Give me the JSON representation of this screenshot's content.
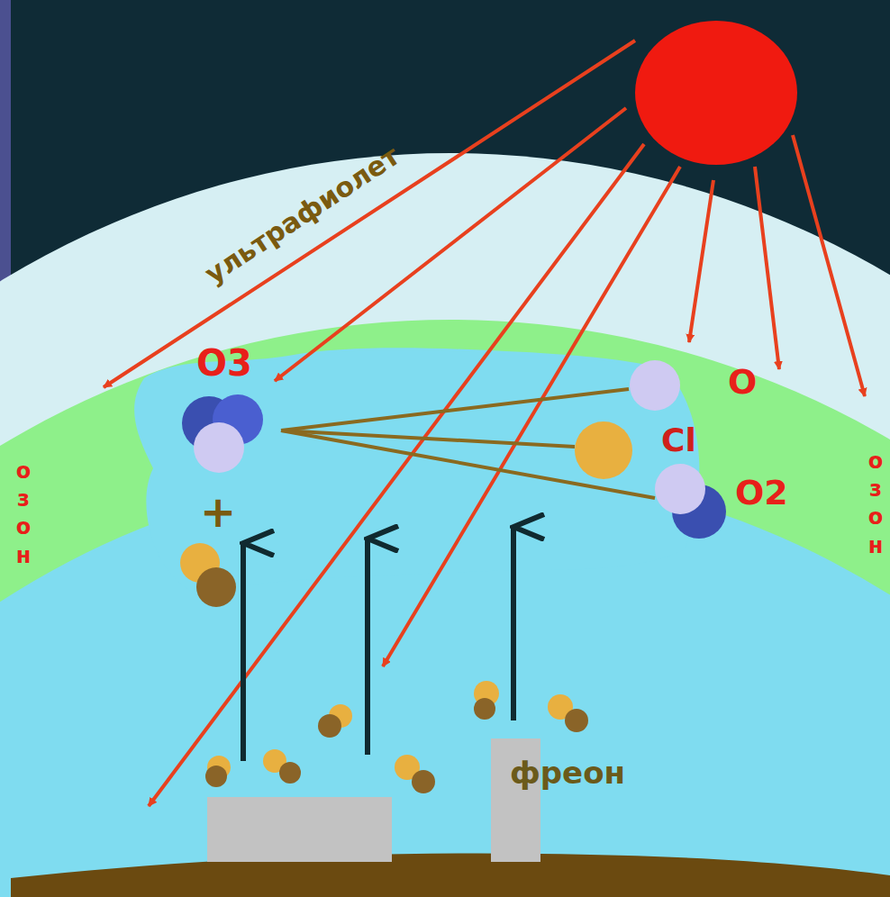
{
  "diagram": {
    "labels": [
      "ультрафиолет",
      "O3",
      "O",
      "Cl",
      "O2",
      "озон",
      "озон",
      "+",
      "фреон"
    ]
  }
}
